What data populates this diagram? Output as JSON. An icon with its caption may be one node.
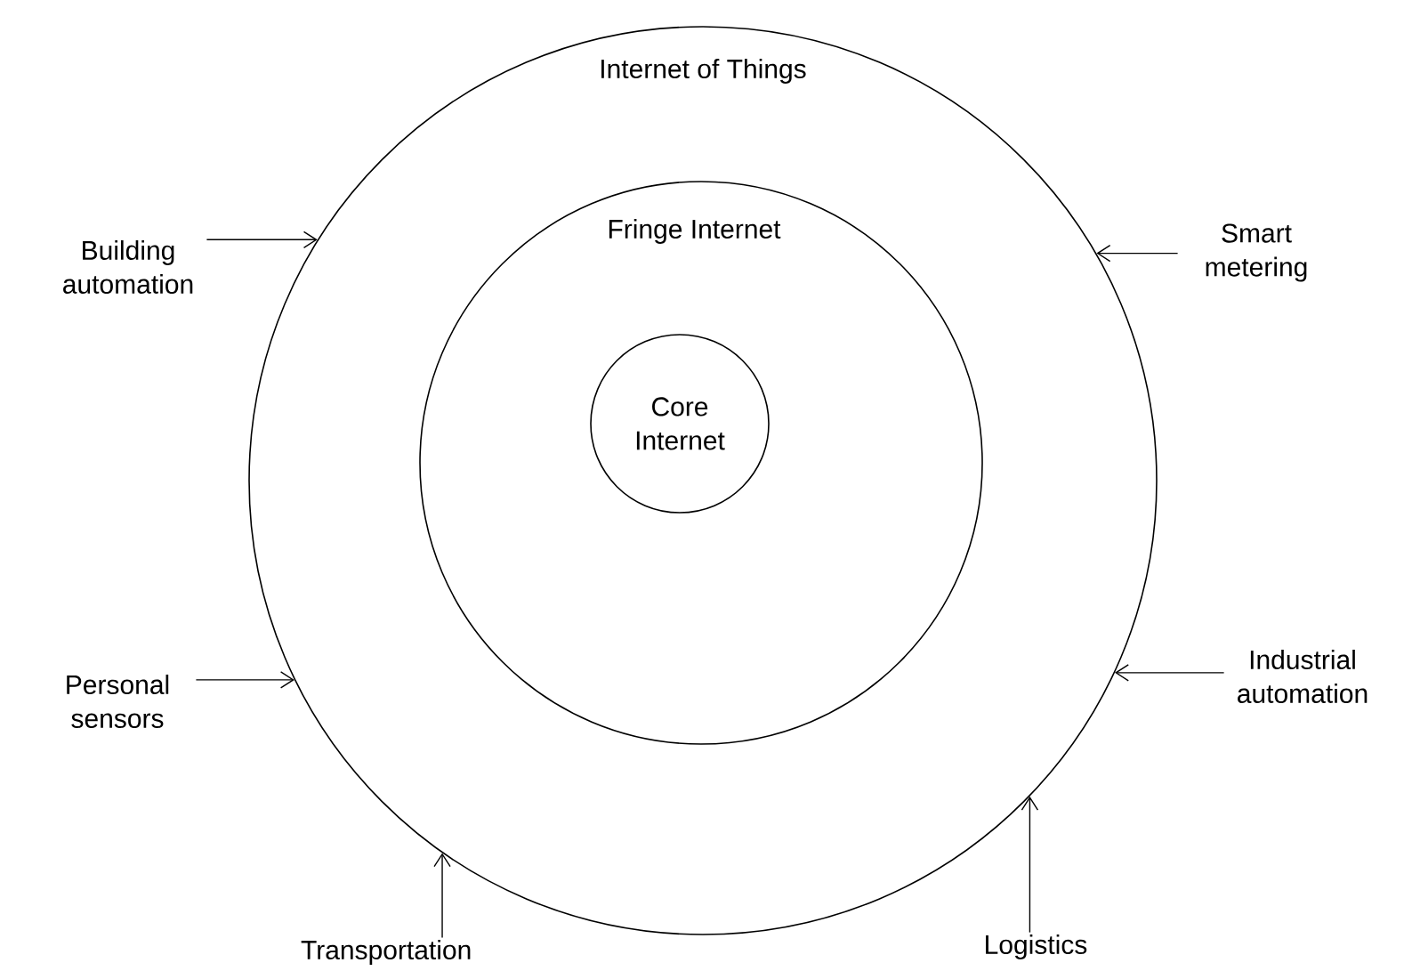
{
  "diagram": {
    "nodes": [
      {
        "text": [
          "Internet of Things"
        ]
      },
      {
        "text": [
          "Fringe Internet"
        ],
        "in": 0
      },
      {
        "text": [
          "Core Internet"
        ],
        "in": 1
      },
      {
        "text": [
          "Building automation"
        ]
      },
      {
        "text": [
          "Smart metering"
        ]
      },
      {
        "text": [
          "Personal sensors"
        ]
      },
      {
        "text": [
          "Industrial automation"
        ]
      },
      {
        "text": [
          "Transportation"
        ]
      },
      {
        "text": [
          "Logistics"
        ]
      }
    ],
    "edges": [
      {
        "from": 3,
        "to": 0,
        "arrow": "to"
      },
      {
        "from": 4,
        "to": 0,
        "arrow": "to"
      },
      {
        "from": 5,
        "to": 0,
        "arrow": "to"
      },
      {
        "from": 6,
        "to": 0,
        "arrow": "to"
      },
      {
        "from": 7,
        "to": 0,
        "arrow": "to"
      },
      {
        "from": 8,
        "to": 0,
        "arrow": "to"
      }
    ]
  }
}
